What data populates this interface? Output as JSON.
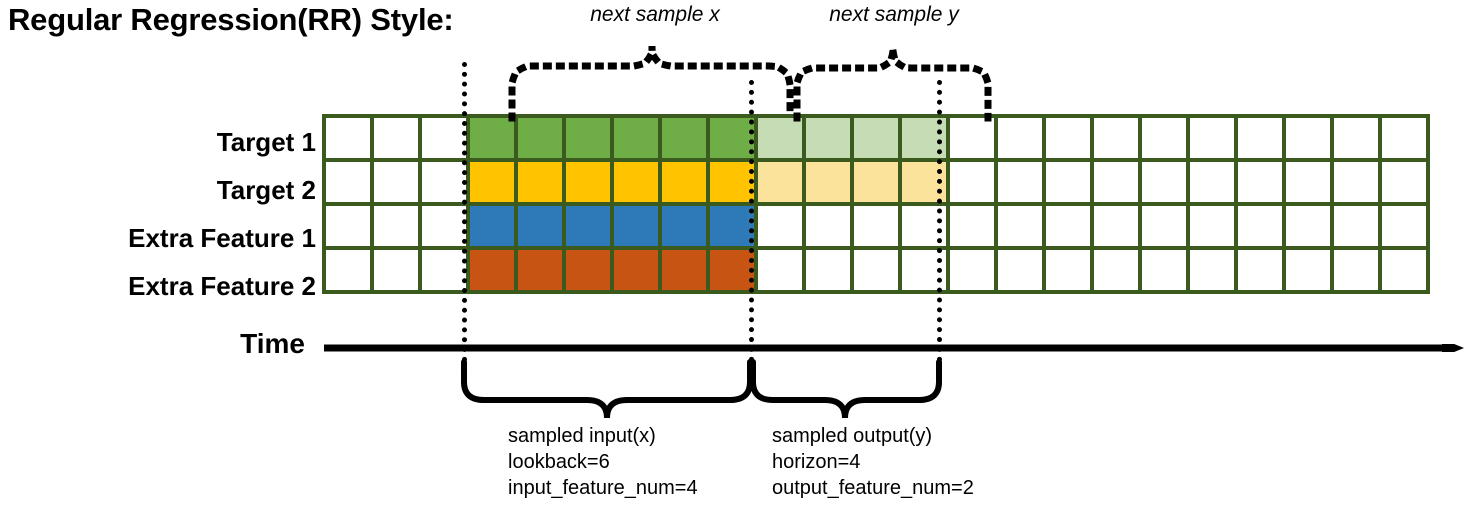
{
  "title": "Regular Regression(RR) Style:",
  "annotations": {
    "top_left": "next sample x",
    "top_right": "next sample y"
  },
  "rows": [
    {
      "label": "Target 1",
      "fill": "#6FAE46",
      "light": "#C5DCB4"
    },
    {
      "label": "Target 2",
      "fill": "#FFC300",
      "light": "#FCE39B"
    },
    {
      "label": "Extra Feature 1",
      "fill": "#2E79B8",
      "light": null
    },
    {
      "label": "Extra Feature 2",
      "fill": "#C75412",
      "light": null
    }
  ],
  "grid": {
    "columns": 23,
    "rows": 4,
    "border_color": "#3A5A1E",
    "empty_color": "#FFFFFF",
    "lookback_start_col": 3,
    "lookback_end_col": 9,
    "horizon_start_col": 9,
    "horizon_end_col": 13,
    "cell_fills": [
      [
        "#FFFFFF",
        "#FFFFFF",
        "#FFFFFF",
        "#6FAE46",
        "#6FAE46",
        "#6FAE46",
        "#6FAE46",
        "#6FAE46",
        "#6FAE46",
        "#C5DCB4",
        "#C5DCB4",
        "#C5DCB4",
        "#C5DCB4",
        "#FFFFFF",
        "#FFFFFF",
        "#FFFFFF",
        "#FFFFFF",
        "#FFFFFF",
        "#FFFFFF",
        "#FFFFFF",
        "#FFFFFF",
        "#FFFFFF",
        "#FFFFFF"
      ],
      [
        "#FFFFFF",
        "#FFFFFF",
        "#FFFFFF",
        "#FFC300",
        "#FFC300",
        "#FFC300",
        "#FFC300",
        "#FFC300",
        "#FFC300",
        "#FCE39B",
        "#FCE39B",
        "#FCE39B",
        "#FCE39B",
        "#FFFFFF",
        "#FFFFFF",
        "#FFFFFF",
        "#FFFFFF",
        "#FFFFFF",
        "#FFFFFF",
        "#FFFFFF",
        "#FFFFFF",
        "#FFFFFF",
        "#FFFFFF"
      ],
      [
        "#FFFFFF",
        "#FFFFFF",
        "#FFFFFF",
        "#2E79B8",
        "#2E79B8",
        "#2E79B8",
        "#2E79B8",
        "#2E79B8",
        "#2E79B8",
        "#FFFFFF",
        "#FFFFFF",
        "#FFFFFF",
        "#FFFFFF",
        "#FFFFFF",
        "#FFFFFF",
        "#FFFFFF",
        "#FFFFFF",
        "#FFFFFF",
        "#FFFFFF",
        "#FFFFFF",
        "#FFFFFF",
        "#FFFFFF",
        "#FFFFFF"
      ],
      [
        "#FFFFFF",
        "#FFFFFF",
        "#FFFFFF",
        "#C75412",
        "#C75412",
        "#C75412",
        "#C75412",
        "#C75412",
        "#C75412",
        "#FFFFFF",
        "#FFFFFF",
        "#FFFFFF",
        "#FFFFFF",
        "#FFFFFF",
        "#FFFFFF",
        "#FFFFFF",
        "#FFFFFF",
        "#FFFFFF",
        "#FFFFFF",
        "#FFFFFF",
        "#FFFFFF",
        "#FFFFFF",
        "#FFFFFF"
      ]
    ]
  },
  "axis": {
    "label": "Time",
    "direction": "right-arrow"
  },
  "descriptions": {
    "input": {
      "line1": "sampled input(x)",
      "line2": "lookback=6",
      "line3": "input_feature_num=4"
    },
    "output": {
      "line1": "sampled output(y)",
      "line2": "horizon=4",
      "line3": "output_feature_num=2"
    }
  }
}
